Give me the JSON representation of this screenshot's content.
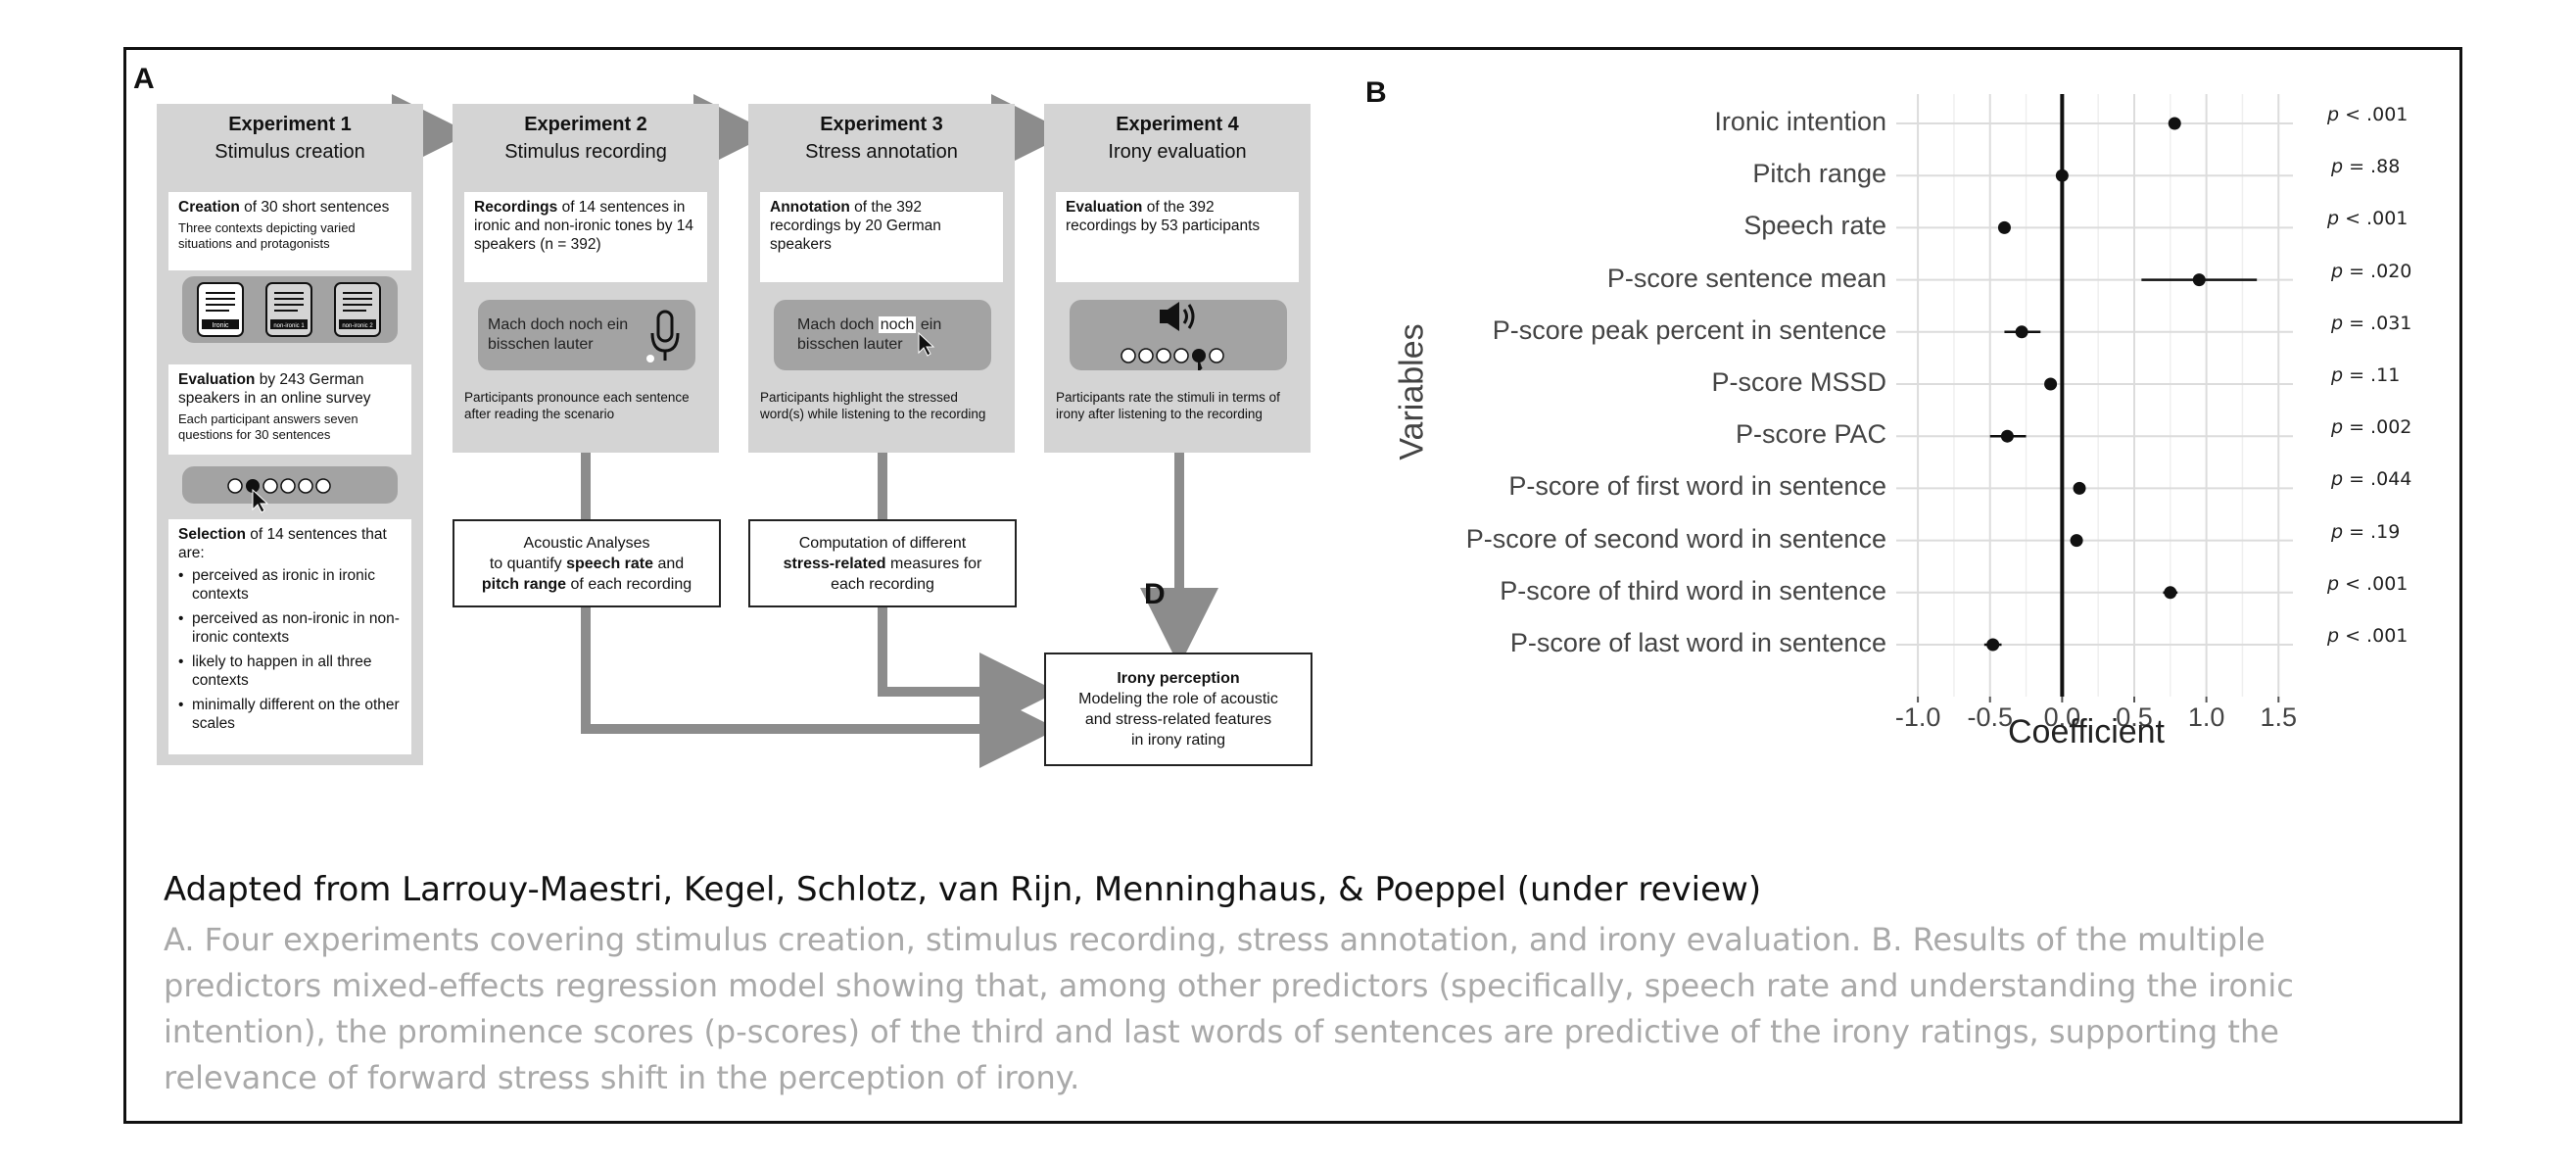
{
  "panel_a": {
    "letter": "A",
    "experiments": [
      {
        "title": "Experiment 1",
        "subtitle": "Stimulus creation"
      },
      {
        "title": "Experiment 2",
        "subtitle": "Stimulus recording"
      },
      {
        "title": "Experiment 3",
        "subtitle": "Stress annotation"
      },
      {
        "title": "Experiment 4",
        "subtitle": "Irony evaluation"
      }
    ],
    "exp1": {
      "creation_bold": "Creation",
      "creation_rest": " of 30 short sentences",
      "creation_small": "Three contexts depicting varied situations and protagonists",
      "doc_labels": [
        "Ironic",
        "non-ironic 1",
        "non-ironic 2"
      ],
      "evaluation_bold": "Evaluation",
      "evaluation_rest": " by 243 German speakers in an online survey",
      "evaluation_small": "Each participant answers seven questions for 30 sentences",
      "selection_bold": "Selection",
      "selection_rest": " of 14 sentences that are:",
      "selection_items": [
        "perceived as ironic in ironic contexts",
        "perceived as non-ironic in non-ironic contexts",
        "likely to happen in all three contexts",
        "minimally different on the other scales"
      ]
    },
    "exp2": {
      "rec_bold": "Recordings",
      "rec_rest": " of 14 sentences in ironic and non-ironic tones by 14 speakers (n = 392)",
      "phrase": "Mach doch noch ein bisschen lauter",
      "note": "Participants pronounce each sentence after reading the scenario",
      "analysis_line1": "Acoustic Analyses",
      "analysis_line2": "to quantify ",
      "analysis_bold1": "speech rate",
      "analysis_and": " and",
      "analysis_bold2": "pitch range",
      "analysis_line3": " of each recording"
    },
    "exp3": {
      "ann_bold": "Annotation",
      "ann_rest": " of the 392 recordings by 20 German speakers",
      "phrase_a": "Mach doch ",
      "phrase_highlight": "noch",
      "phrase_b": " ein",
      "phrase_line2": "bisschen lauter",
      "note": "Participants highlight the stressed word(s) while listening to the recording",
      "comp_line1": "Computation of different",
      "comp_bold": "stress-related",
      "comp_rest": " measures for",
      "comp_line3": "each recording"
    },
    "exp4": {
      "eval_bold": "Evaluation",
      "eval_rest": " of the 392 recordings by 53 participants",
      "note": "Participants rate the stimuli in terms of irony after listening to the recording"
    },
    "d_letter": "D",
    "irony": {
      "title": "Irony perception",
      "line1": "Modeling the role of acoustic",
      "line2": "and stress-related features",
      "line3": "in irony rating"
    }
  },
  "panel_b": {
    "letter": "B",
    "chart_data": {
      "type": "scatter",
      "subtype": "coefficient-plot",
      "xlabel": "Coefficient",
      "ylabel": "Variables",
      "xlim": [
        -1.0,
        1.5
      ],
      "xticks": [
        "-1.0",
        "-0.5",
        "0.0",
        "0.5",
        "1.0",
        "1.5"
      ],
      "grid": true,
      "reference_line_x": 0.0,
      "variables": [
        {
          "name": "Ironic intention",
          "coef": 0.78,
          "ci": [
            0.78,
            0.78
          ],
          "p": "p < .001"
        },
        {
          "name": "Pitch range",
          "coef": 0.0,
          "ci": [
            0.0,
            0.0
          ],
          "p": "p = .88"
        },
        {
          "name": "Speech rate",
          "coef": -0.4,
          "ci": [
            -0.4,
            -0.4
          ],
          "p": "p < .001"
        },
        {
          "name": "P-score sentence mean",
          "coef": 0.95,
          "ci": [
            0.55,
            1.35
          ],
          "p": "p = .020"
        },
        {
          "name": "P-score peak percent in sentence",
          "coef": -0.28,
          "ci": [
            -0.4,
            -0.15
          ],
          "p": "p = .031"
        },
        {
          "name": "P-score MSSD",
          "coef": -0.08,
          "ci": [
            -0.1,
            -0.06
          ],
          "p": "p = .11"
        },
        {
          "name": "P-score PAC",
          "coef": -0.38,
          "ci": [
            -0.5,
            -0.25
          ],
          "p": "p = .002"
        },
        {
          "name": "P-score of first word in sentence",
          "coef": 0.12,
          "ci": [
            0.08,
            0.16
          ],
          "p": "p = .044"
        },
        {
          "name": "P-score of second word in sentence",
          "coef": 0.1,
          "ci": [
            0.06,
            0.14
          ],
          "p": "p = .19"
        },
        {
          "name": "P-score of third word in sentence",
          "coef": 0.75,
          "ci": [
            0.7,
            0.8
          ],
          "p": "p < .001"
        },
        {
          "name": "P-score of last word in sentence",
          "coef": -0.48,
          "ci": [
            -0.54,
            -0.42
          ],
          "p": "p < .001"
        }
      ]
    }
  },
  "caption": {
    "title": "Adapted from Larrouy-Maestri, Kegel, Schlotz, van Rijn, Menninghaus, & Poeppel (under review)",
    "body": "A. Four experiments covering stimulus creation, stimulus recording, stress annotation, and irony evaluation. B. Results of the multiple predictors mixed-effects regression model showing that, among other predictors (specifically, speech rate and understanding the ironic intention), the prominence scores (p-scores) of the third and last words of sentences are predictive of the irony ratings, supporting the relevance of forward stress shift in the perception of irony."
  }
}
